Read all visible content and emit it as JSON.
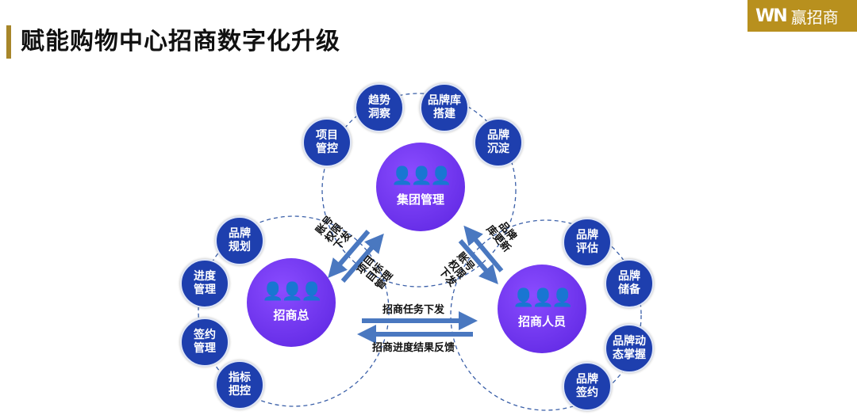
{
  "title": "赋能购物中心招商数字化升级",
  "logo": {
    "mark": "WN",
    "text": "赢招商"
  },
  "colors": {
    "accent": "#a7862a",
    "small_node": "#1e3fae",
    "hub": "#6a30ee",
    "arrow": "#4a78c0"
  },
  "hubs": [
    {
      "id": "group",
      "label": "集团管理",
      "icon": "people-icon"
    },
    {
      "id": "chief",
      "label": "招商总",
      "icon": "people-icon"
    },
    {
      "id": "staff",
      "label": "招商人员",
      "icon": "people-icon"
    }
  ],
  "group_nodes": [
    "项目\n管控",
    "趋势\n洞察",
    "品牌库\n搭建",
    "品牌\n沉淀"
  ],
  "chief_nodes": [
    "品牌\n规划",
    "进度\n管理",
    "签约\n管理",
    "指标\n把控"
  ],
  "staff_nodes": [
    "品牌\n评估",
    "品牌\n储备",
    "品牌动\n态掌握",
    "品牌\n签约"
  ],
  "flows": {
    "group_to_chief": "账号\n权限\n下发",
    "chief_to_group": "项目\n目标\n管理",
    "group_to_staff": "账号\n权限\n下发",
    "staff_to_group": "品牌\n库更新",
    "chief_to_staff": "招商任务下发",
    "staff_to_chief": "招商进度结果反馈"
  }
}
